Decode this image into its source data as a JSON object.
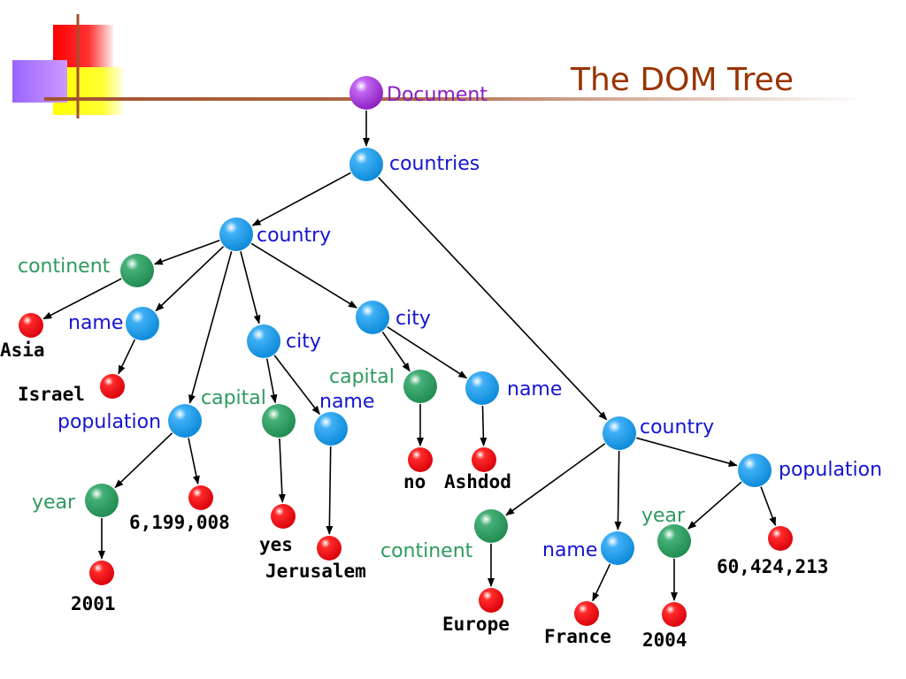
{
  "slide": {
    "title": "The DOM Tree"
  },
  "colors": {
    "title": "#993300",
    "document_node": "#9933cc",
    "element_node": "#1e9be8",
    "attribute_node": "#2e9a5e",
    "text_node": "#e8101a",
    "element_label": "#1414d2",
    "attribute_label": "#2e9a5e",
    "document_label": "#8a1cc0",
    "value_label": "#000000",
    "edge": "#000000",
    "header_line": "#a0522d",
    "deco_red": "#ff0000",
    "deco_yellow": "#ffff00",
    "deco_violet": "#9966ff"
  },
  "tree": {
    "document": "Document",
    "countries": "countries",
    "country1": {
      "label": "country",
      "continent": "continent",
      "continent_value": "Asia",
      "name": "name",
      "name_value": "Israel",
      "population": "population",
      "population_year": "year",
      "population_year_value": "2001",
      "population_value": "6,199,008",
      "city1": {
        "label": "city",
        "capital": "capital",
        "capital_value": "yes",
        "name": "name",
        "name_value": "Jerusalem"
      },
      "city2": {
        "label": "city",
        "capital": "capital",
        "capital_value": "no",
        "name": "name",
        "name_value": "Ashdod"
      }
    },
    "country2": {
      "label": "country",
      "continent": "continent",
      "continent_value": "Europe",
      "name": "name",
      "name_value": "France",
      "population": "population",
      "population_year": "year",
      "population_year_value": "2004",
      "population_value": "60,424,213"
    }
  }
}
